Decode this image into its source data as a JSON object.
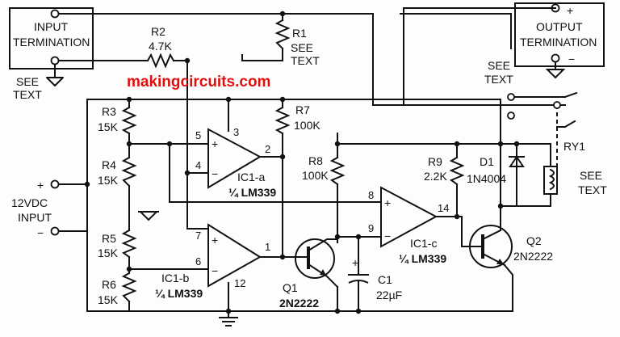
{
  "watermark": "makingcircuits.com",
  "input_termination": {
    "line1": "INPUT",
    "line2": "TERMINATION",
    "see1": "SEE",
    "see2": "TEXT"
  },
  "output_termination": {
    "line1": "OUTPUT",
    "line2": "TERMINATION",
    "plus": "+",
    "minus": "−",
    "see1": "SEE",
    "see2": "TEXT"
  },
  "power": {
    "plus": "+",
    "minus": "−",
    "v": "12VDC",
    "input": "INPUT"
  },
  "resistors": {
    "r1": {
      "name": "R1",
      "value1": "SEE",
      "value2": "TEXT"
    },
    "r2": {
      "name": "R2",
      "value": "4.7K"
    },
    "r3": {
      "name": "R3",
      "value": "15K"
    },
    "r4": {
      "name": "R4",
      "value": "15K"
    },
    "r5": {
      "name": "R5",
      "value": "15K"
    },
    "r6": {
      "name": "R6",
      "value": "15K"
    },
    "r7": {
      "name": "R7",
      "value": "100K"
    },
    "r8": {
      "name": "R8",
      "value": "100K"
    },
    "r9": {
      "name": "R9",
      "value": "2.2K"
    }
  },
  "ics": {
    "a": {
      "name": "IC1-a",
      "part": "¼ LM339",
      "pin_plus": "5",
      "pin_minus": "4",
      "pin_out": "2",
      "pin_vcc": "3"
    },
    "b": {
      "name": "IC1-b",
      "part": "¼ LM339",
      "pin_plus": "7",
      "pin_minus": "6",
      "pin_out": "1",
      "pin_gnd": "12"
    },
    "c": {
      "name": "IC1-c",
      "part": "¼ LM339",
      "pin_plus": "8",
      "pin_minus": "9",
      "pin_out": "14"
    }
  },
  "transistors": {
    "q1": {
      "name": "Q1",
      "part": "2N2222"
    },
    "q2": {
      "name": "Q2",
      "part": "2N2222"
    }
  },
  "capacitor": {
    "name": "C1",
    "value": "22µF",
    "polarity": "+"
  },
  "diode": {
    "name": "D1",
    "part": "1N4004"
  },
  "relay": {
    "name": "RY1",
    "see1": "SEE",
    "see2": "TEXT"
  }
}
